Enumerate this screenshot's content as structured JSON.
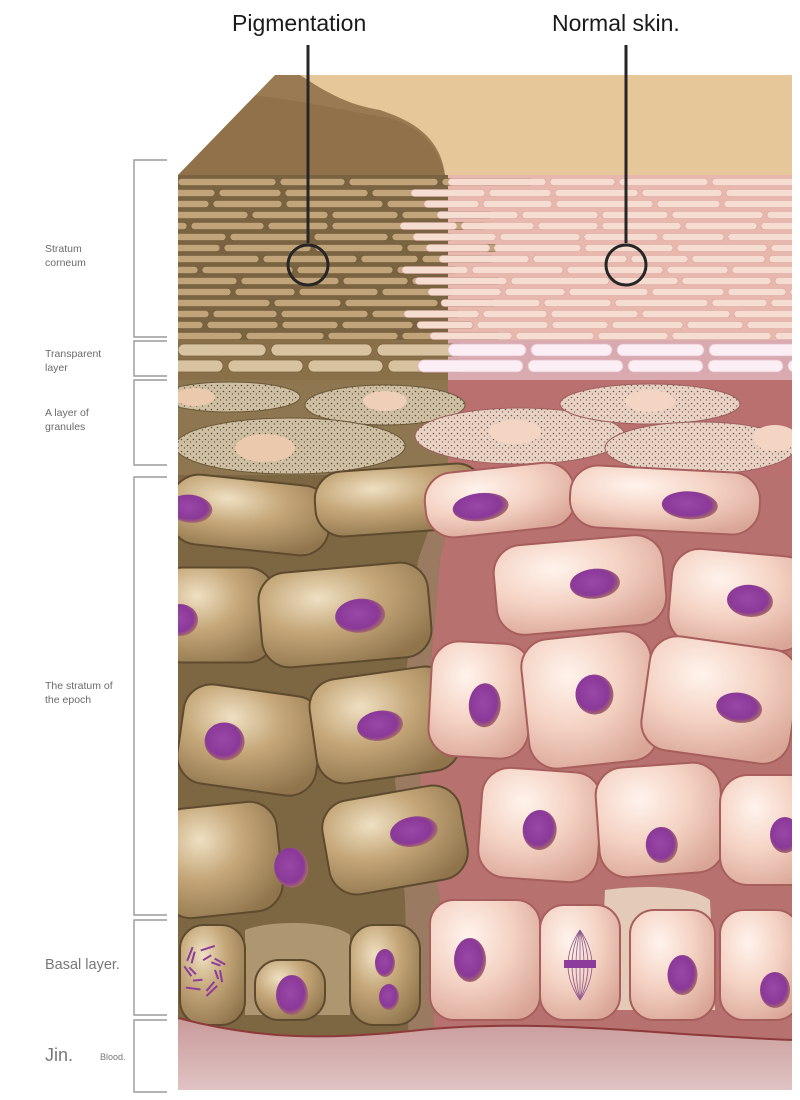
{
  "labels": {
    "pigmentation": "Pigmentation",
    "normal_skin": "Normal skin."
  },
  "layers": [
    {
      "line1": "Stratum",
      "line2": "corneum"
    },
    {
      "line1": "Transparent",
      "line2": "layer"
    },
    {
      "line1": "A layer of",
      "line2": "granules"
    },
    {
      "line1": "The stratum of",
      "line2": "the epoch"
    },
    {
      "line1": "Basal layer.",
      "line2": ""
    },
    {
      "line1": "Jin.",
      "line2": ""
    }
  ],
  "blood_label": "Blood.",
  "colors": {
    "pigmented_cell": "#b8986a",
    "pigmented_dark": "#7a6340",
    "normal_cell": "#f3cfc0",
    "normal_gap": "#c98a85",
    "nucleus": "#8e3c9c",
    "top_surface": "#e6c79a",
    "dermis": "#c99e9e"
  }
}
